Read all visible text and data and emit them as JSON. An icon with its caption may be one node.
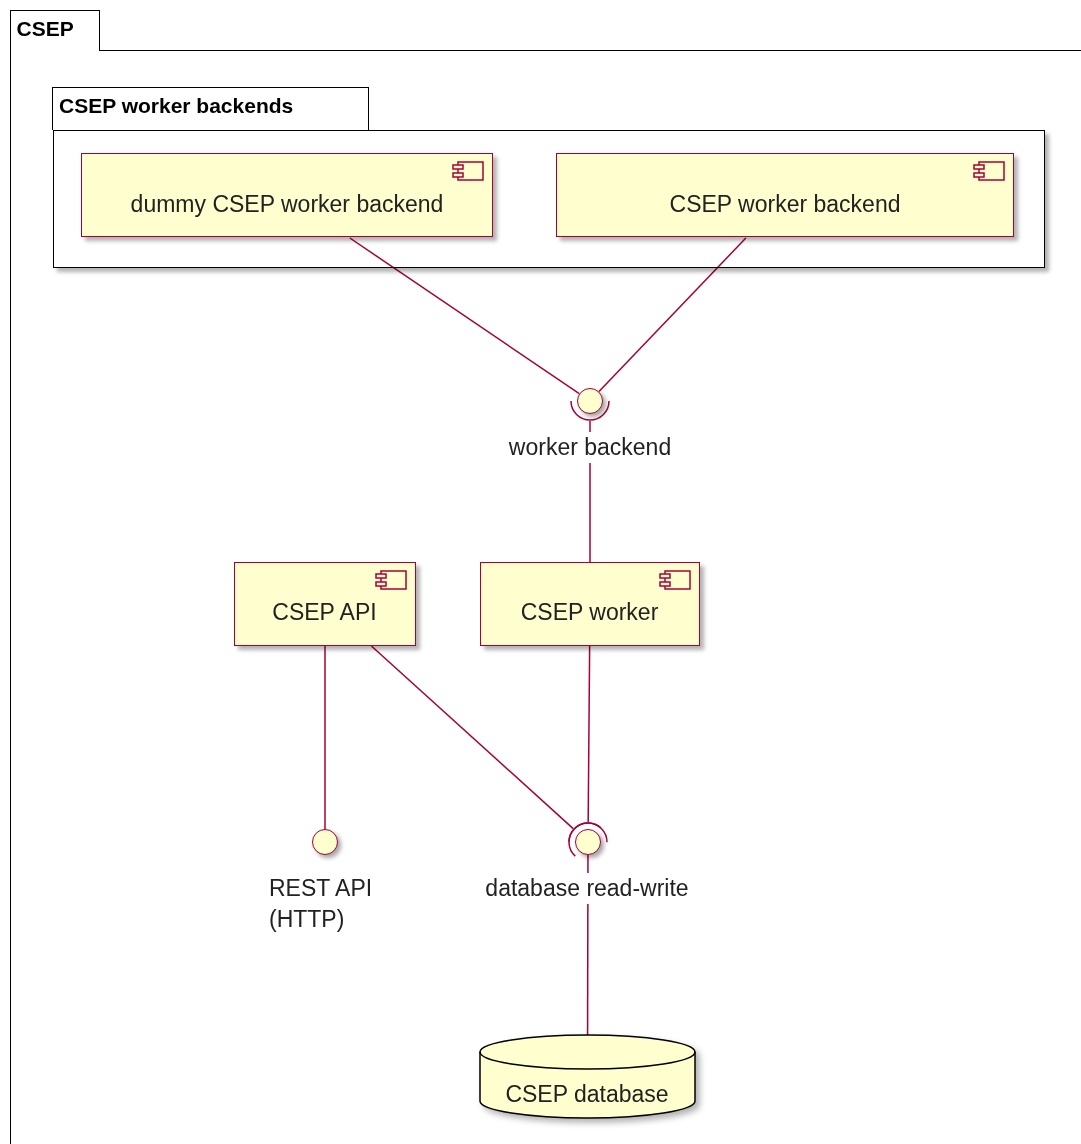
{
  "diagram": {
    "nodes": [
      {
        "text": [
          "CSEP"
        ]
      },
      {
        "text": [
          "CSEP worker backends"
        ],
        "in": 0
      },
      {
        "text": [
          "dummy CSEP worker backend"
        ],
        "in": 1
      },
      {
        "text": [
          "CSEP worker backend"
        ],
        "in": 1
      },
      {
        "text": [],
        "shape": "circle",
        "beside": [
          "worker backend"
        ],
        "in": 0
      },
      {
        "text": [
          "CSEP API"
        ],
        "in": 0
      },
      {
        "text": [
          "CSEP worker"
        ],
        "in": 0
      },
      {
        "text": [],
        "shape": "circle",
        "beside": [
          "REST API (HTTP)"
        ],
        "in": 0
      },
      {
        "text": [],
        "shape": "circle",
        "beside": [
          "database read-write"
        ],
        "in": 0
      },
      {
        "text": [
          "CSEP database"
        ],
        "in": 0
      }
    ],
    "edges": [
      {
        "from": 2,
        "to": 4,
        "arrow": "none"
      },
      {
        "from": 3,
        "to": 4,
        "arrow": "none"
      },
      {
        "from": 6,
        "to": 4,
        "arrow": "other"
      },
      {
        "from": 5,
        "to": 7,
        "arrow": "none"
      },
      {
        "from": 5,
        "to": 8,
        "arrow": "other"
      },
      {
        "from": 6,
        "to": 8,
        "arrow": "other"
      },
      {
        "from": 8,
        "to": 9,
        "arrow": "none"
      }
    ]
  }
}
